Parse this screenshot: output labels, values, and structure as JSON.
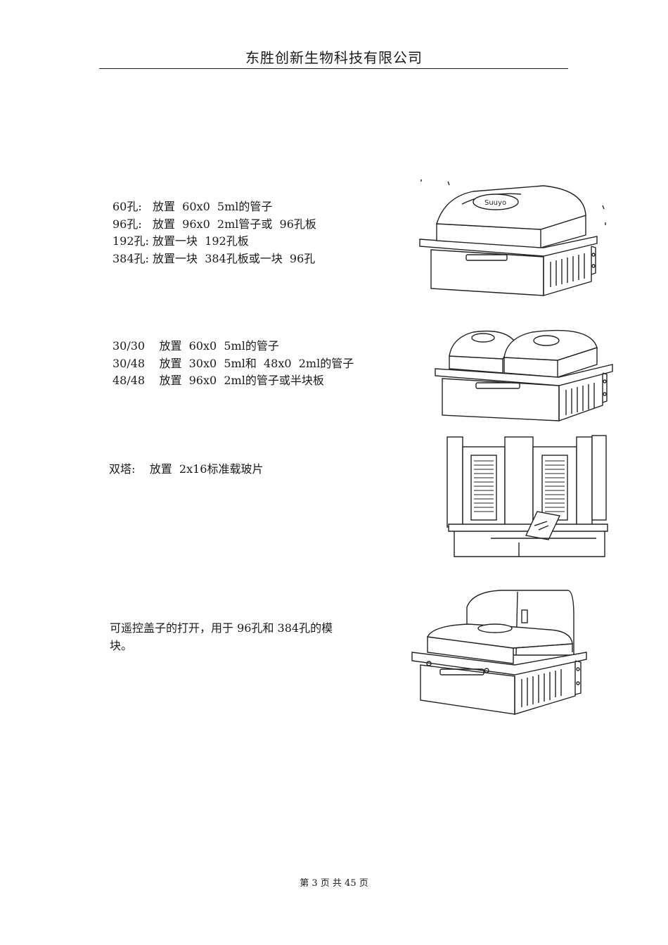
{
  "header": {
    "title": "东胜创新生物科技有限公司"
  },
  "sections": [
    {
      "lines": [
        "60孔:   放置  60x0  5ml的管子",
        "96孔:   放置  96x0  2ml管子或  96孔板",
        "192孔: 放置一块  192孔板",
        "384孔: 放置一块  384孔板或一块  96孔"
      ]
    },
    {
      "lines": [
        "30/30    放置  60x0  5ml的管子",
        "30/48    放置  30x0  5ml和  48x0  2ml的管子",
        "48/48    放置  96x0  2ml的管子或半块板"
      ]
    },
    {
      "lines": [
        "双塔:    放置  2x16标准载玻片"
      ]
    },
    {
      "text": "可遥控盖子的打开，用于  96孔和  384孔的模块。"
    }
  ],
  "figures": [
    {
      "name": "single-block-module-drawing",
      "logo_text": "Suuyo"
    },
    {
      "name": "dual-block-module-drawing"
    },
    {
      "name": "twin-tower-slide-module-drawing"
    },
    {
      "name": "remote-lid-module-drawing"
    }
  ],
  "footer": {
    "page_text": "第 3 页 共 45 页"
  }
}
